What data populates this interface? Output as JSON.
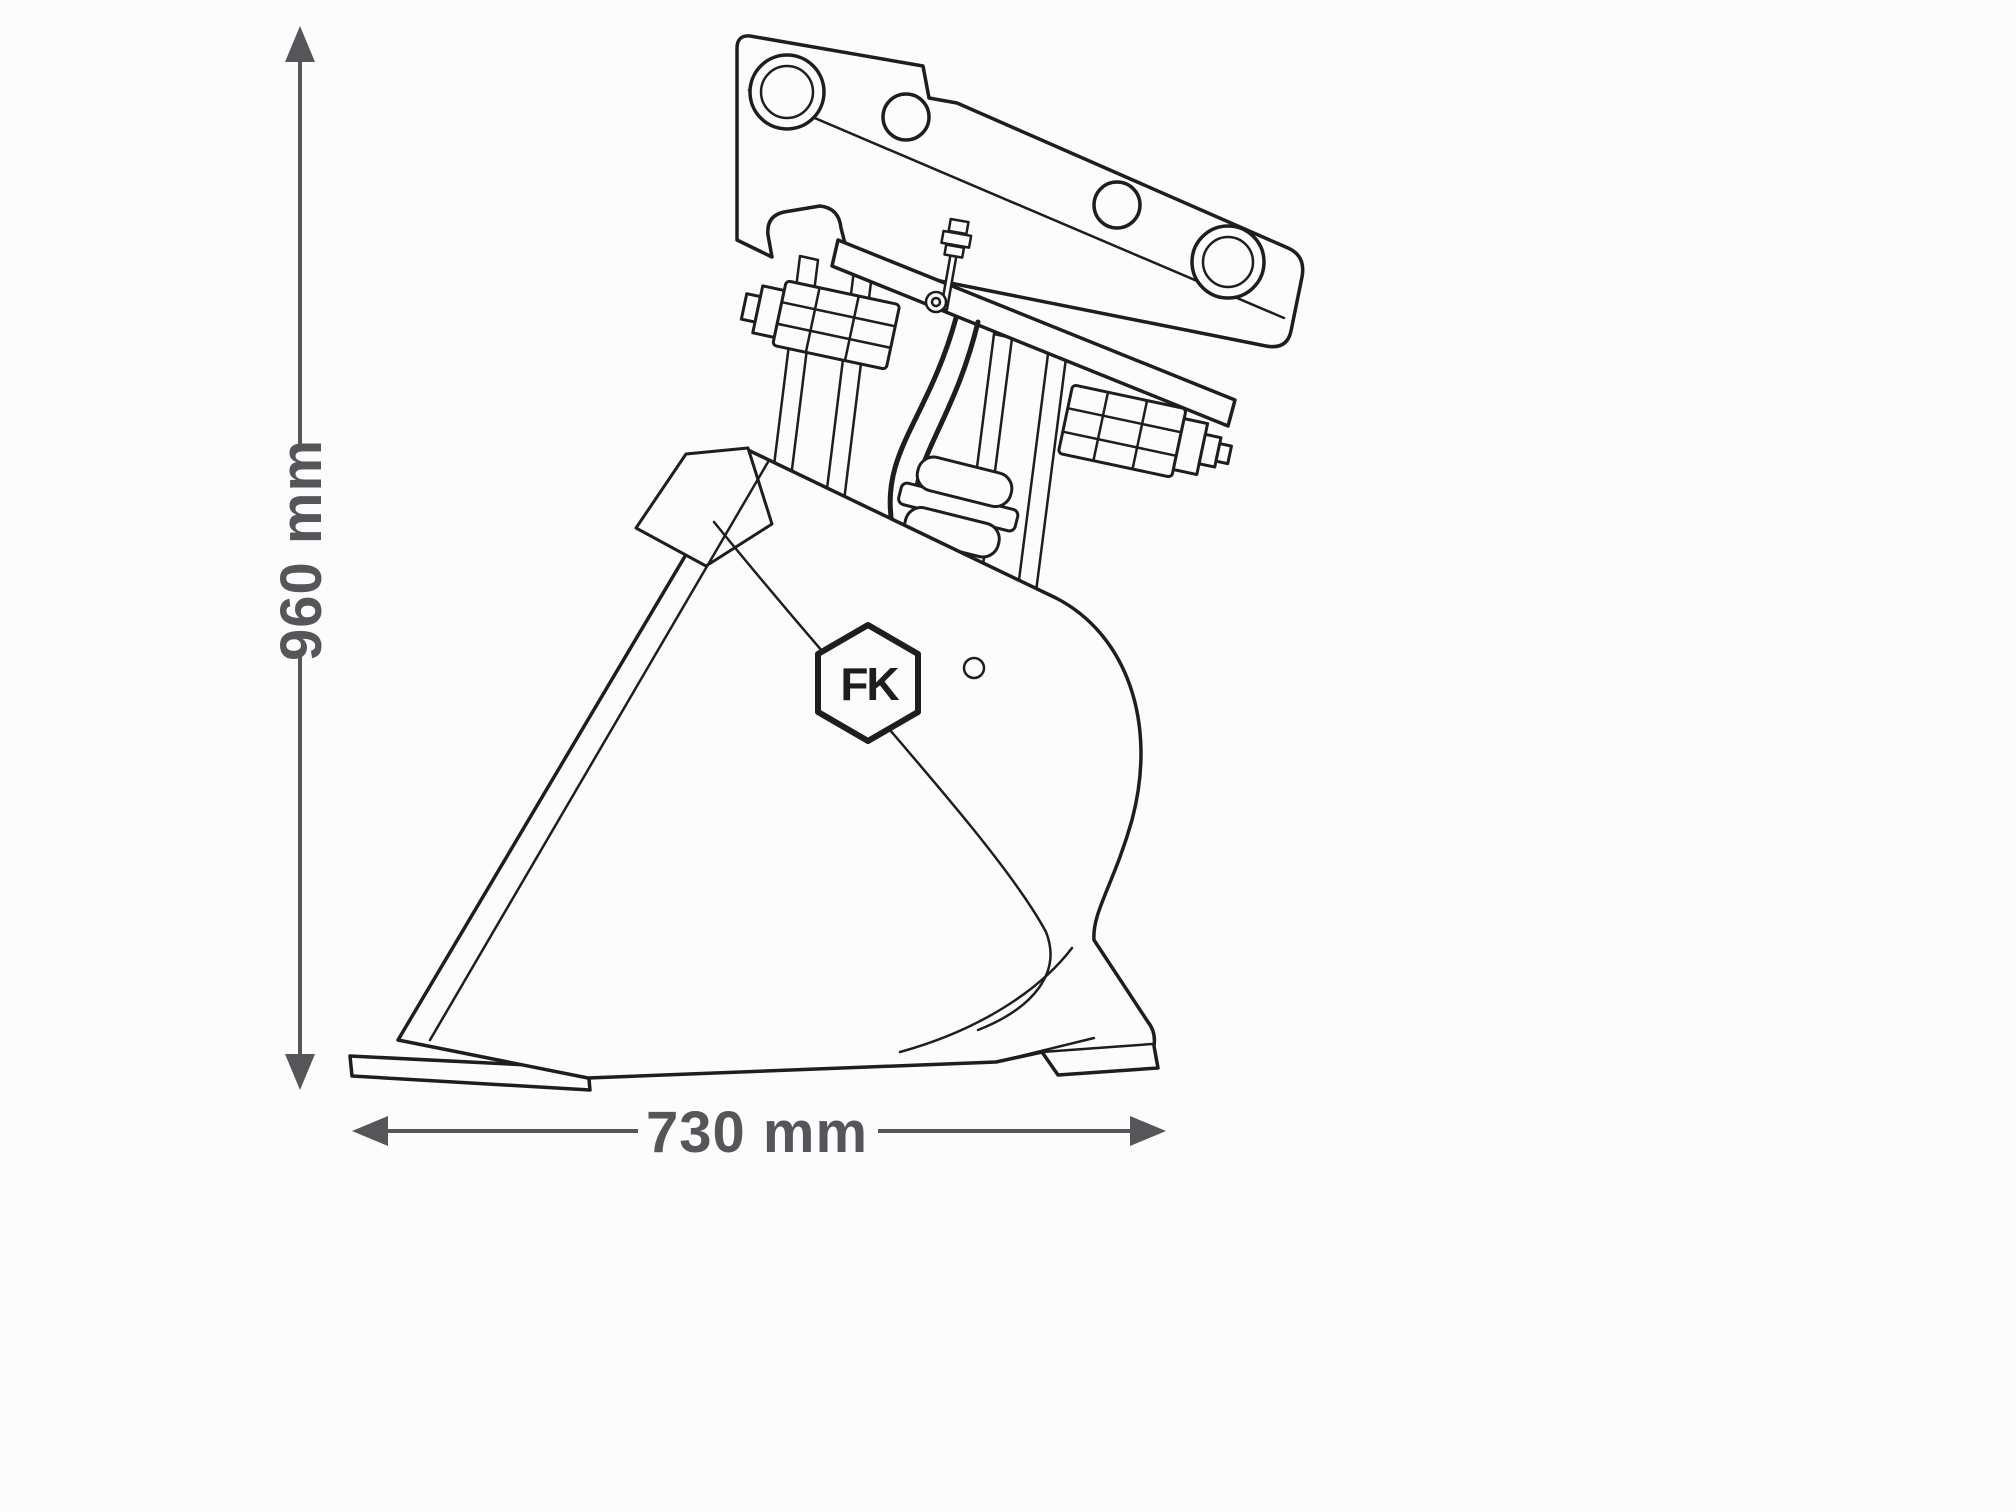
{
  "page": {
    "background": "#fcfcfc"
  },
  "diagram": {
    "subject": "excavator-digging-bucket-with-quick-coupler-side-view",
    "style": "technical line drawing",
    "logo": {
      "monogram": "FK",
      "shape": "hexagon"
    },
    "dimensions": {
      "height": {
        "label": "960 mm",
        "orientation": "vertical"
      },
      "width": {
        "label": "730 mm",
        "orientation": "horizontal"
      }
    },
    "colors": {
      "line": "#1d1e20",
      "dimension": "#55565a",
      "background": "#fcfcfc"
    },
    "icons": [
      {
        "name": "arrow-up-icon"
      },
      {
        "name": "arrow-down-icon"
      },
      {
        "name": "arrow-left-icon"
      },
      {
        "name": "arrow-right-icon"
      }
    ]
  }
}
